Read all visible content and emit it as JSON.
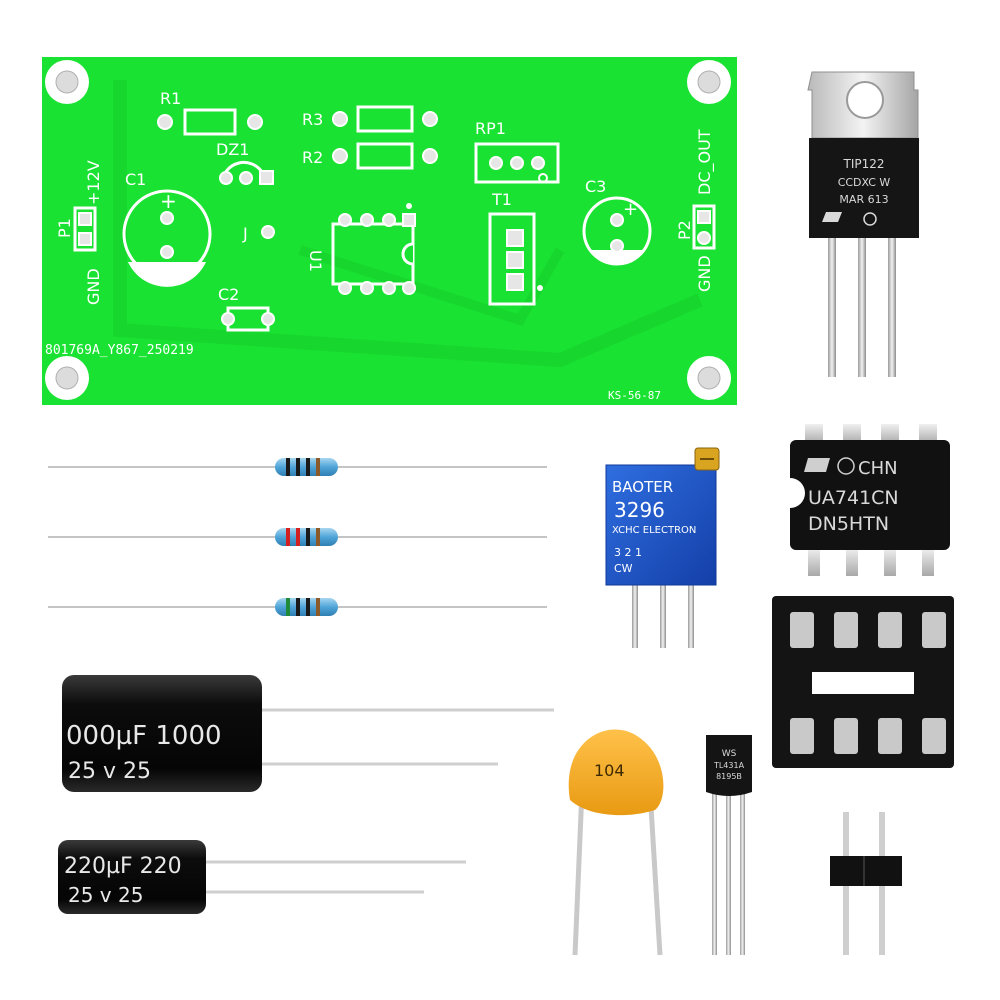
{
  "pcb": {
    "board_id": "801769A_Y867_250219",
    "board_code": "KS-56-87",
    "labels": {
      "r1": "R1",
      "r2": "R2",
      "r3": "R3",
      "rp1": "RP1",
      "dz1": "DZ1",
      "c1": "C1",
      "c2": "C2",
      "c3": "C3",
      "t1": "T1",
      "u1": "U1",
      "j": "J",
      "p1": "P1",
      "p2": "P2",
      "plus12v": "+12V",
      "gnd_left": "GND",
      "dc_out": "DC_OUT",
      "gnd_right": "GND"
    },
    "colors": {
      "board": "#19e232",
      "silkscreen": "#ffffff"
    }
  },
  "transistor": {
    "line1": "TIP122",
    "line2": "CCDXC W",
    "line3": "MAR 613"
  },
  "op_amp": {
    "line1": "CHN",
    "line2": "UA741CN",
    "line3": "DN5HTN"
  },
  "trimmer": {
    "line1": "BAOTER",
    "line2": "3296",
    "line3": "XCHC ELECTRON",
    "pin_labels": "3  2  1",
    "cw": "CW"
  },
  "capacitor_large": {
    "capacitance": "000µF 1000",
    "voltage": "25   v    25"
  },
  "capacitor_small": {
    "capacitance": "220µF 220",
    "voltage": "25 v   25"
  },
  "ceramic_cap": {
    "code": "104"
  },
  "regulator": {
    "line1": "WS",
    "line2": "TL431A",
    "line3": "8195B"
  }
}
